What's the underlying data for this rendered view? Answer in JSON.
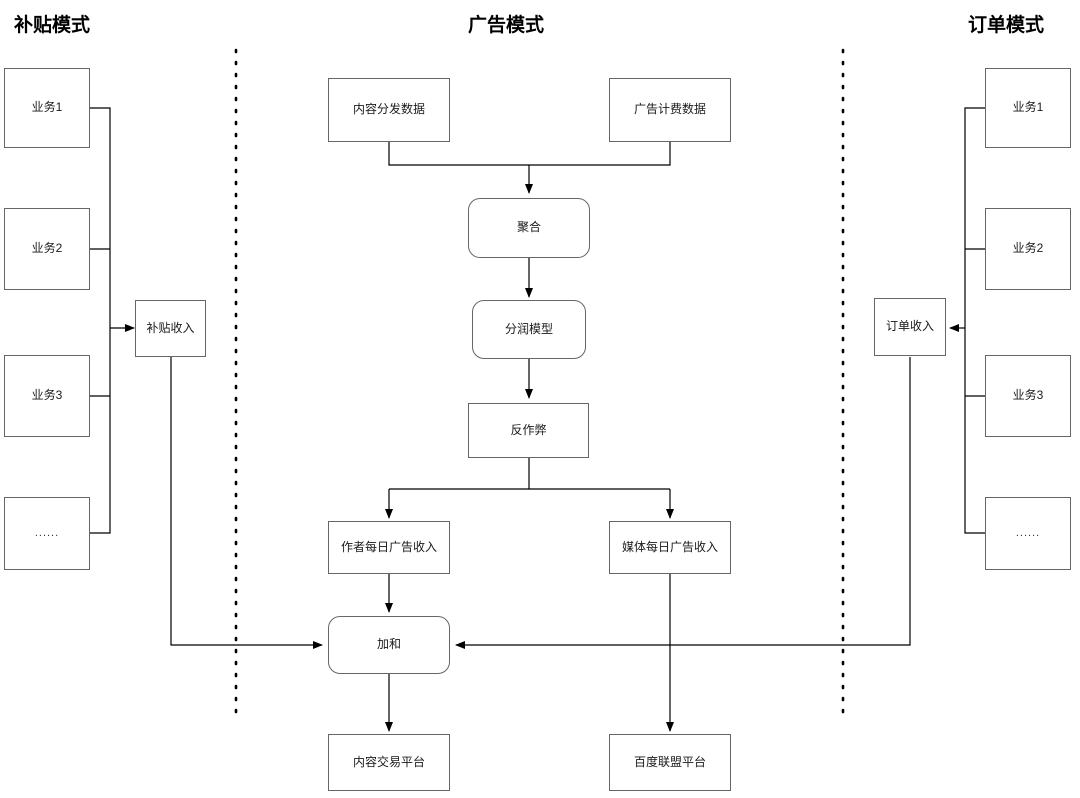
{
  "diagram": {
    "title_left": "补贴模式",
    "title_center": "广告模式",
    "title_right": "订单模式",
    "colors": {
      "node_border": "#666666",
      "edge": "#000000",
      "background": "#ffffff",
      "text": "#1a1a1a"
    },
    "sections": {
      "subsidy": {
        "label": "补贴模式",
        "businesses": [
          {
            "label": "业务1"
          },
          {
            "label": "业务2"
          },
          {
            "label": "业务3"
          },
          {
            "label": "......"
          }
        ],
        "revenue": {
          "label": "补贴收入"
        }
      },
      "advertising": {
        "label": "广告模式",
        "sources": [
          {
            "label": "内容分发数据"
          },
          {
            "label": "广告计费数据"
          }
        ],
        "pipeline": [
          {
            "label": "聚合",
            "shape": "rounded"
          },
          {
            "label": "分润模型",
            "shape": "rounded"
          },
          {
            "label": "反作弊",
            "shape": "rect"
          }
        ],
        "outputs": [
          {
            "label": "作者每日广告收入"
          },
          {
            "label": "媒体每日广告收入"
          }
        ],
        "aggregate": {
          "label": "加和",
          "shape": "rounded"
        },
        "platforms": [
          {
            "label": "内容交易平台"
          },
          {
            "label": "百度联盟平台"
          }
        ]
      },
      "order": {
        "label": "订单模式",
        "businesses": [
          {
            "label": "业务1"
          },
          {
            "label": "业务2"
          },
          {
            "label": "业务3"
          },
          {
            "label": "......"
          }
        ],
        "revenue": {
          "label": "订单收入"
        }
      }
    }
  }
}
